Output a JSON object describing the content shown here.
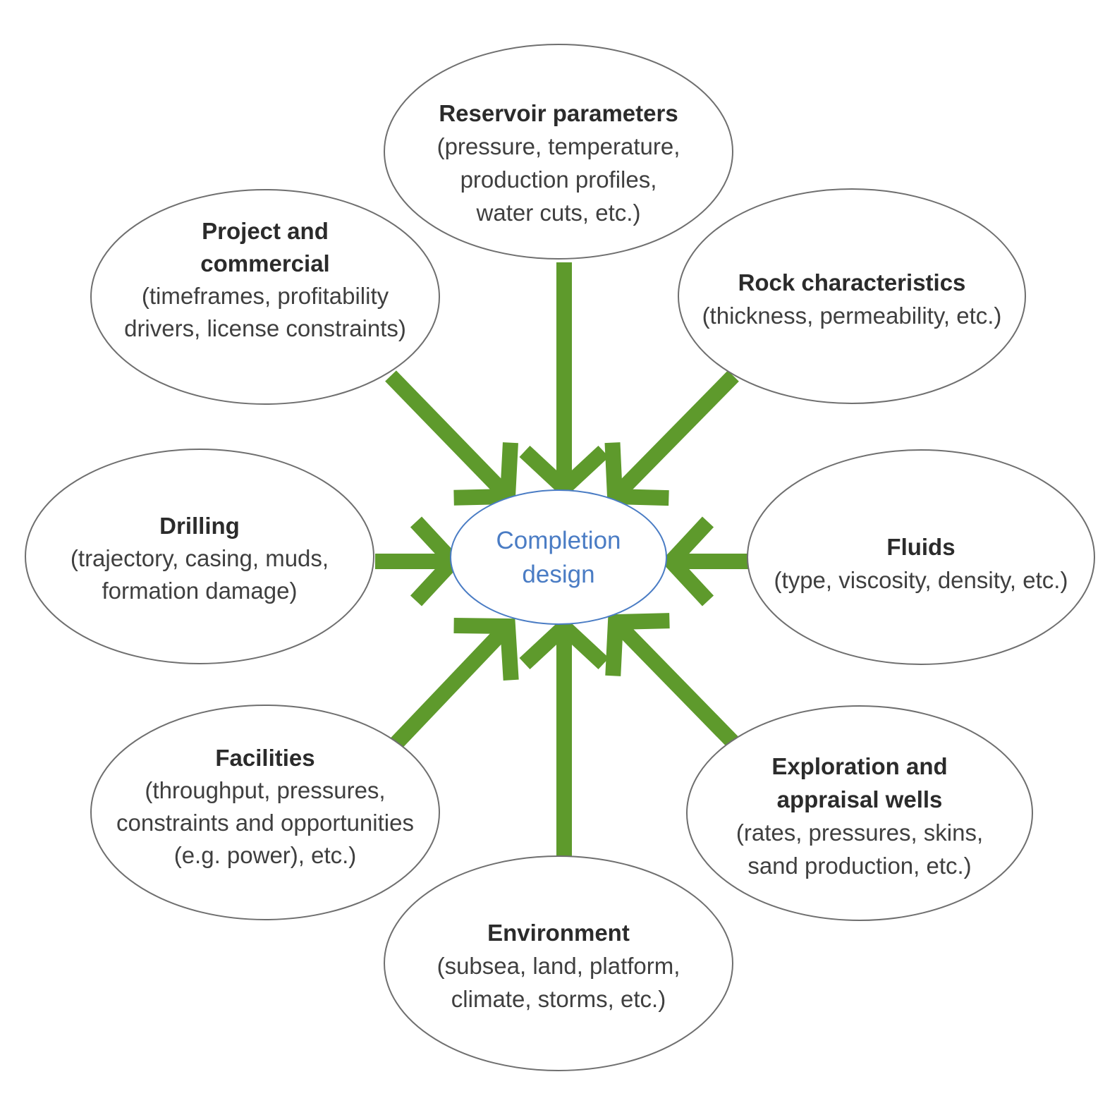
{
  "colors": {
    "arrow": "#5e9a2c",
    "center_text": "#4a7cc4",
    "center_outline": "#4a7cc4",
    "node_outline": "#6f6f6f",
    "title_text": "#2b2b2b",
    "body_text": "#3f3f3f"
  },
  "center": {
    "lines": [
      "Completion",
      "design"
    ]
  },
  "nodes": [
    {
      "key": "reservoir-parameters",
      "title_lines": [
        "Reservoir parameters"
      ],
      "body_lines": [
        "(pressure, temperature,",
        "production profiles,",
        "water cuts, etc.)"
      ]
    },
    {
      "key": "rock-characteristics",
      "title_lines": [
        "Rock characteristics"
      ],
      "body_lines": [
        "(thickness, permeability, etc.)"
      ]
    },
    {
      "key": "fluids",
      "title_lines": [
        "Fluids"
      ],
      "body_lines": [
        "(type, viscosity, density, etc.)"
      ]
    },
    {
      "key": "exploration-and-appraisal-wells",
      "title_lines": [
        "Exploration and",
        "appraisal wells"
      ],
      "body_lines": [
        "(rates, pressures, skins,",
        "sand production, etc.)"
      ]
    },
    {
      "key": "environment",
      "title_lines": [
        "Environment"
      ],
      "body_lines": [
        "(subsea, land, platform,",
        "climate, storms, etc.)"
      ]
    },
    {
      "key": "facilities",
      "title_lines": [
        "Facilities"
      ],
      "body_lines": [
        "(throughput, pressures,",
        "constraints and opportunities",
        "(e.g. power), etc.)"
      ]
    },
    {
      "key": "drilling",
      "title_lines": [
        "Drilling"
      ],
      "body_lines": [
        "(trajectory, casing, muds,",
        "formation damage)"
      ]
    },
    {
      "key": "project-and-commercial",
      "title_lines": [
        "Project and",
        "commercial"
      ],
      "body_lines": [
        "(timeframes, profitability",
        "drivers, license constraints)"
      ]
    }
  ]
}
